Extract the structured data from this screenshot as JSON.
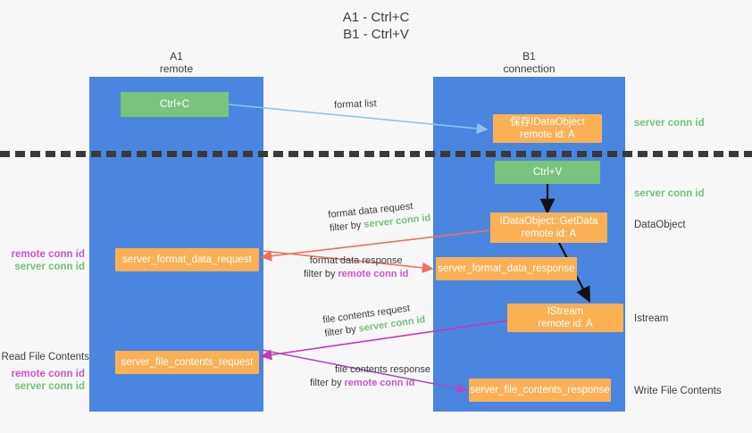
{
  "title": "A1 - Ctrl+C\nB1 - Ctrl+V",
  "lanes": {
    "a": {
      "title": "A1\nremote"
    },
    "b": {
      "title": "B1\nconnection"
    }
  },
  "boxes": {
    "ctrl_c": "Ctrl+C",
    "save_idataobject": "保存IDataObject\nremote id: A",
    "ctrl_v": "Ctrl+V",
    "getdata": "IDataObject::GetData\nremote id: A",
    "server_format_data_request": "server_format_data_request",
    "server_format_data_response": "server_format_data_response",
    "istream": "IStream\nremote id: A",
    "server_file_contents_request": "server_file_contents_request",
    "server_file_contents_response": "server_file_contents_response"
  },
  "right_labels": {
    "server_conn_id_top": "server conn id",
    "server_conn_id_mid": "server conn id",
    "dataobject": "DataObject",
    "istream": "Istream",
    "write_file_contents": "Write File Contents"
  },
  "left_labels": {
    "conn_ids_upper": {
      "remote": "remote conn id",
      "server": "server conn id"
    },
    "read_file_contents": "Read File Contents",
    "conn_ids_lower": {
      "remote": "remote conn id",
      "server": "server conn id"
    }
  },
  "arrow_labels": {
    "format_list": "format list",
    "format_data_request": {
      "line1": "format data request",
      "prefix": "filter by ",
      "highlight": "server conn id"
    },
    "format_data_response": {
      "line1": "format data response",
      "prefix": "filter by ",
      "highlight": "remote conn id"
    },
    "file_contents_request": {
      "line1": "file contents request",
      "prefix": "filter by ",
      "highlight": "server conn id"
    },
    "file_contents_response": {
      "line1": "file contents response",
      "prefix": "filter by ",
      "highlight": "remote conn id"
    }
  },
  "colors": {
    "lane": "#4a86e0",
    "green_box": "#79c47c",
    "orange_box": "#fbb054",
    "green_text": "#74c07a",
    "magenta_text": "#c855c8",
    "arrow_blue": "#8ec4ea",
    "arrow_red": "#ef6f5e",
    "arrow_magenta": "#cc33bb",
    "arrow_purple": "#aa4fc4",
    "arrow_black": "#111111",
    "background": "#f7f7f7"
  }
}
